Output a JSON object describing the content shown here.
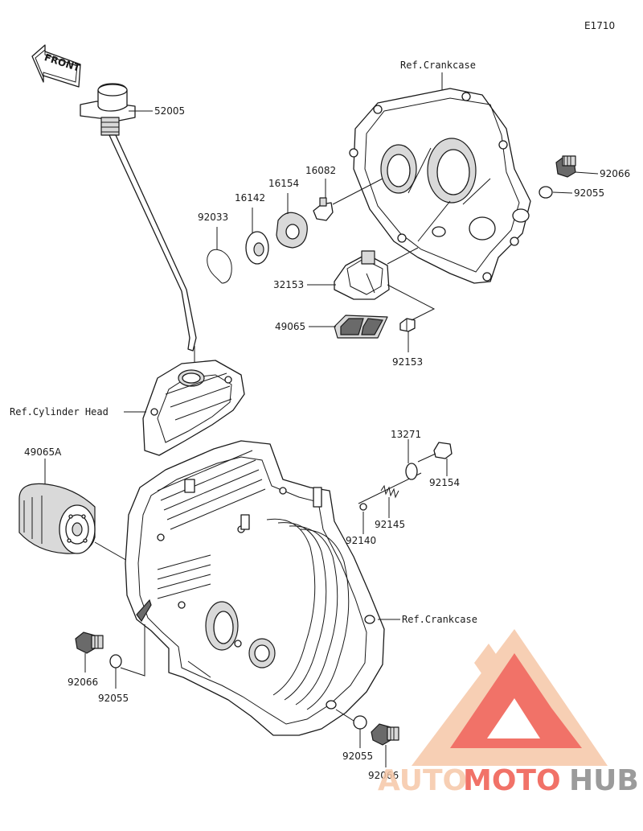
{
  "diagram_code": "E1710",
  "front_arrow_label": "FRONT",
  "refs": {
    "crankcase_top": "Ref.Crankcase",
    "crankcase_mid": "Ref.Crankcase",
    "cylinder_head": "Ref.Cylinder Head"
  },
  "parts": {
    "p52005": "52005",
    "p92066_top": "92066",
    "p92055_top": "92055",
    "p16082": "16082",
    "p16154": "16154",
    "p16142": "16142",
    "p92033": "92033",
    "p32153": "32153",
    "p49065": "49065",
    "p92153": "92153",
    "p49065A": "49065A",
    "p13271": "13271",
    "p92154": "92154",
    "p92145": "92145",
    "p92140": "92140",
    "p92066_left": "92066",
    "p92055_left": "92055",
    "p92055_bottom": "92055",
    "p92066_bottom": "92066"
  },
  "watermark": {
    "word_auto": "AUTO",
    "word_moto": "MOTO",
    "word_hub": "HUB",
    "colors": {
      "light": "#f6c7a8",
      "red": "#ef5a4e",
      "gray": "#8a8a8a"
    }
  }
}
